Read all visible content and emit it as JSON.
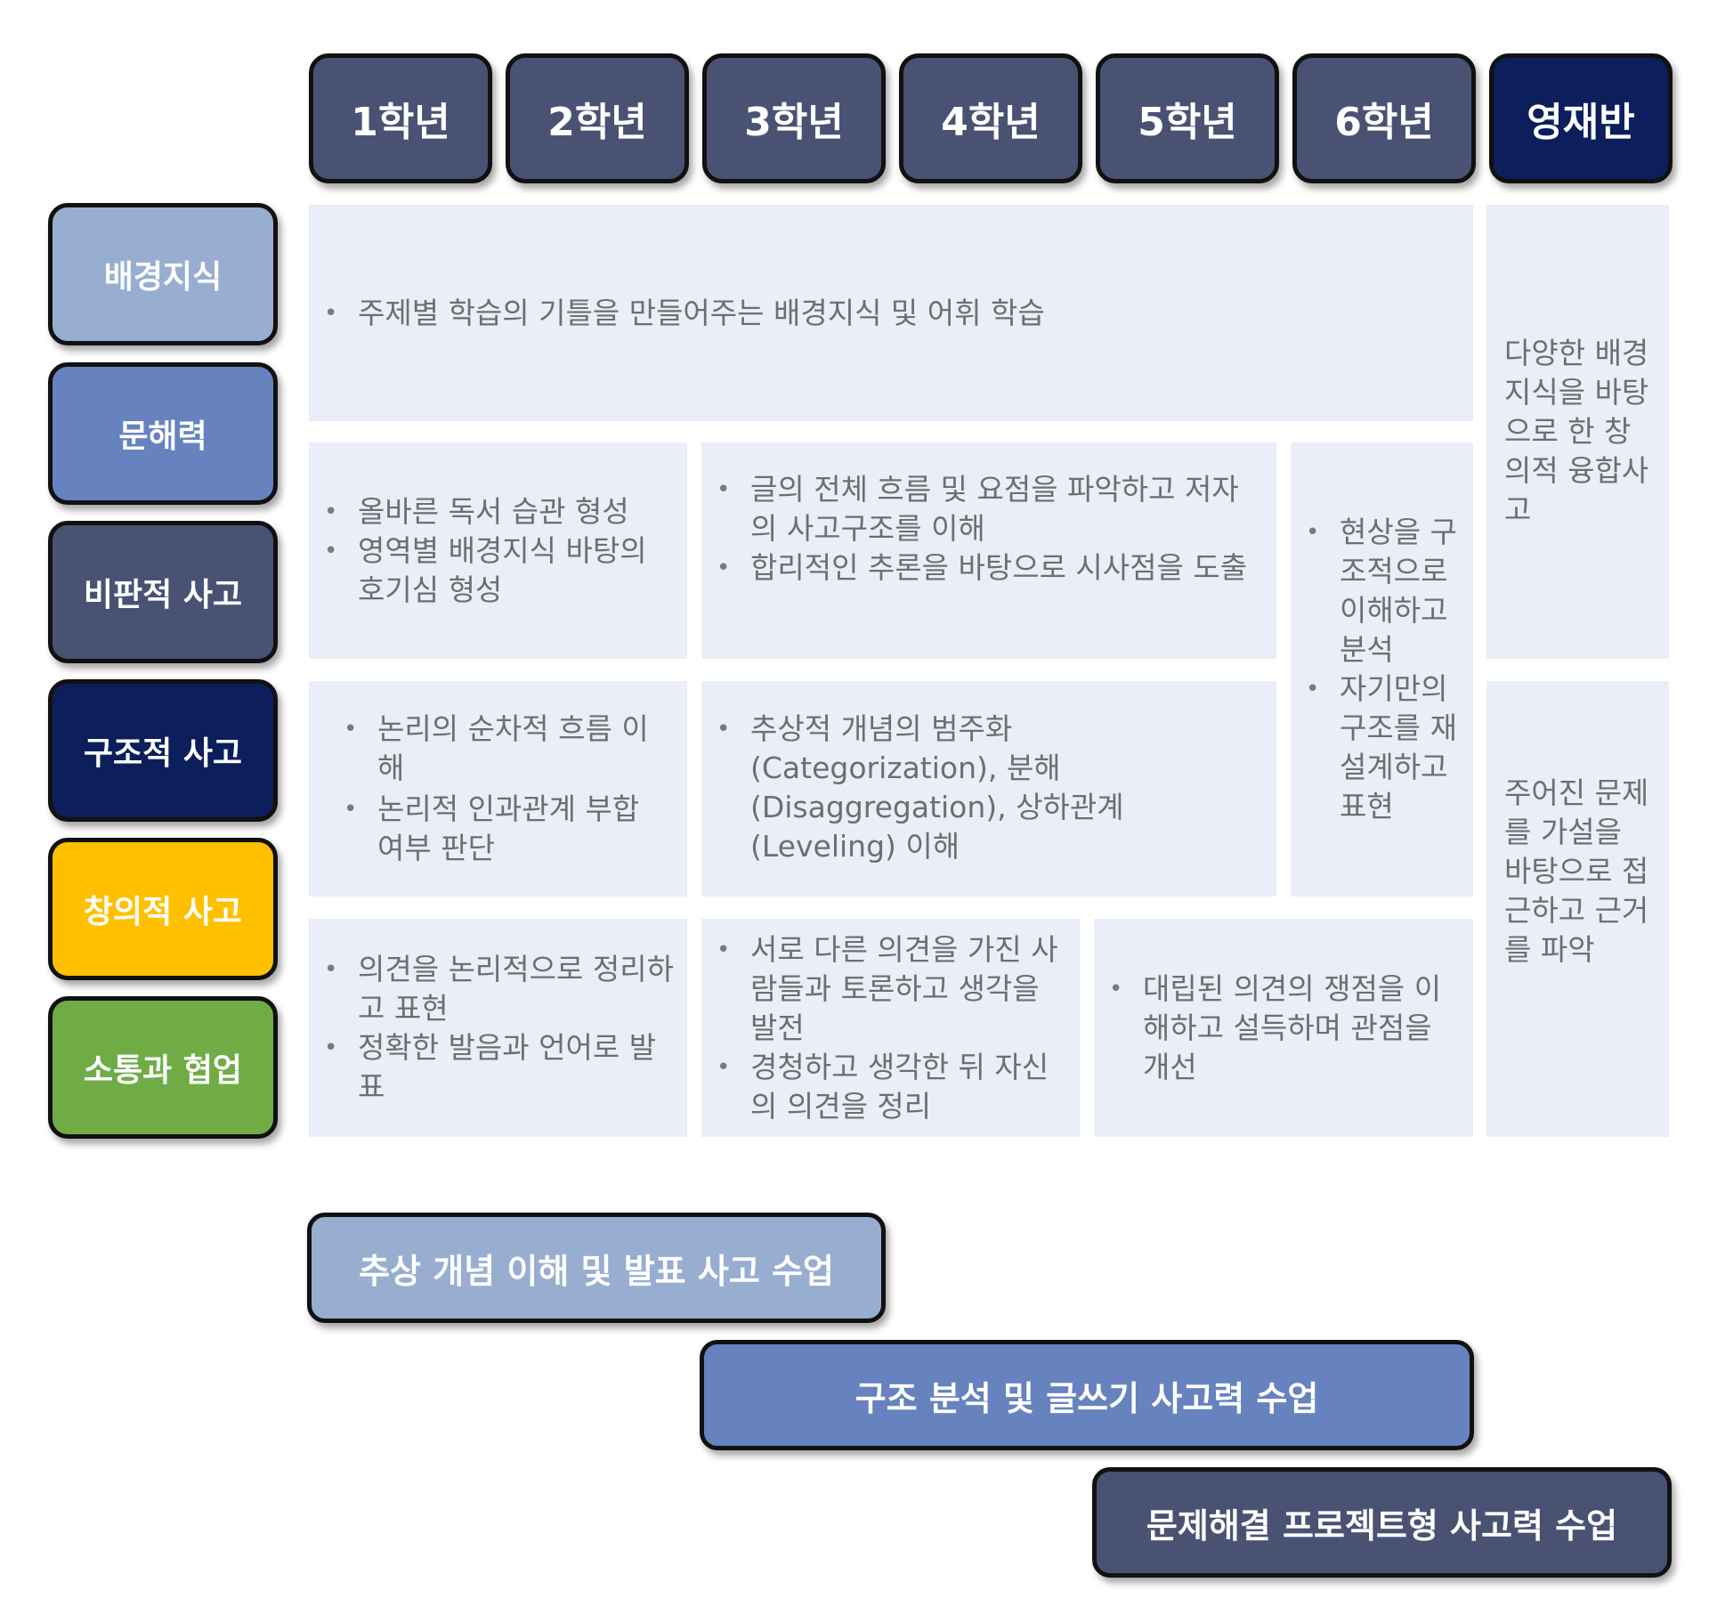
{
  "grades": [
    "1학년",
    "2학년",
    "3학년",
    "4학년",
    "5학년",
    "6학년",
    "영재반"
  ],
  "categories": [
    {
      "label": "배경지식",
      "color": "#98aed1"
    },
    {
      "label": "문해력",
      "color": "#6683bf"
    },
    {
      "label": "비판적 사고",
      "color": "#4a5274"
    },
    {
      "label": "구조적 사고",
      "color": "#0c1f5c"
    },
    {
      "label": "창의적 사고",
      "color": "#ffc000"
    },
    {
      "label": "소통과 협업",
      "color": "#6fac46"
    }
  ],
  "cells": {
    "background": [
      "주제별 학습의 기틀을 만들어주는 배경지식 및 어휘 학습"
    ],
    "gifted_top": "다양한 배경지식을 바탕으로 한 창의적 융합사고",
    "literacy_12": [
      "올바른 독서 습관 형성",
      "영역별 배경지식 바탕의 호기심 형성"
    ],
    "literacy_345": [
      "글의 전체 흐름 및 요점을 파악하고 저자의 사고구조를 이해",
      "합리적인 추론을 바탕으로 시사점을 도출"
    ],
    "grade6_mid": [
      "현상을 구조적으로 이해하고 분석",
      "자기만의 구조를 재설계하고 표현"
    ],
    "struct_12": [
      "논리의 순차적 흐름 이해",
      "논리적 인과관계 부합 여부 판단"
    ],
    "struct_345": [
      "추상적 개념의 범주화 (Categorization), 분해 (Disaggregation), 상하관계 (Leveling) 이해"
    ],
    "gifted_bottom": "주어진 문제를 가설을 바탕으로 접근하고 근거를 파악",
    "comm_12": [
      "의견을 논리적으로 정리하고 표현",
      "정확한 발음과 언어로 발표"
    ],
    "comm_34": [
      "서로 다른 의견을 가진 사람들과 토론하고 생각을 발전",
      "경청하고 생각한 뒤 자신의 의견을 정리"
    ],
    "comm_56": [
      "대립된 의견의 쟁점을 이해하고 설득하며 관점을 개선"
    ]
  },
  "flows": [
    {
      "label": "추상 개념 이해 및 발표 사고 수업",
      "color": "#98aed1"
    },
    {
      "label": "구조 분석 및 글쓰기 사고력 수업",
      "color": "#6683bf"
    },
    {
      "label": "문제해결 프로젝트형 사고력 수업",
      "color": "#4a5274"
    }
  ]
}
